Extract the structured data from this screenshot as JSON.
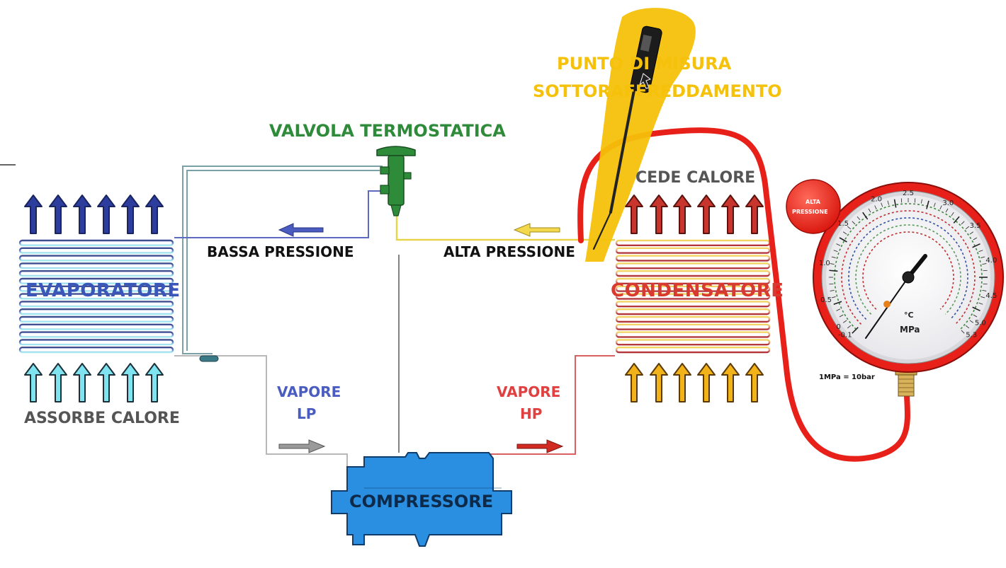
{
  "labels": {
    "valve": "VALVOLA TERMOSTATICA",
    "measure_line1": "PUNTO DI MISURA",
    "measure_line2": "SOTTORAFFREDDAMENTO",
    "cede": "CEDE CALORE",
    "evaporatore": "EVAPORATORE",
    "condensatore": "CONDENSATORE",
    "bassa": "BASSA PRESSIONE",
    "alta": "ALTA PRESSIONE",
    "assorbe": "ASSORBE CALORE",
    "vapore_lp_1": "VAPORE",
    "vapore_lp_2": "LP",
    "vapore_hp_1": "VAPORE",
    "vapore_hp_2": "HP",
    "compressore": "COMPRESSORE",
    "gauge_badge_1": "ALTA",
    "gauge_badge_2": "PRESSIONE",
    "gauge_unit": "MPa",
    "gauge_temp_unit": "°C",
    "gauge_note": "1MPa = 10bar",
    "gauge_ticks": [
      "-0.1",
      "0",
      "0.5",
      "1.0",
      "1.5",
      "2.0",
      "2.5",
      "3.0",
      "3.5",
      "4.0",
      "4.5",
      "5.0",
      "5.3"
    ]
  },
  "colors": {
    "evaporator": "#3a56b8",
    "evaporator_arrow_top": "#2c3d9e",
    "evaporator_arrow_bottom": "#7fe3f0",
    "condenser": "#d83a30",
    "condenser_arrow_top": "#c8352c",
    "condenser_arrow_bottom": "#f2b31a",
    "valve": "#2e8b3a",
    "compressor": "#2a8fe0",
    "hose": "#e8201a",
    "thermometer_highlight": "#f6c10a",
    "low_pressure_arrow": "#4a5cc0",
    "high_pressure_arrow": "#e6c830",
    "vapour_lp_arrow": "#9a9a9a",
    "vapour_hp_arrow": "#d02a22"
  }
}
